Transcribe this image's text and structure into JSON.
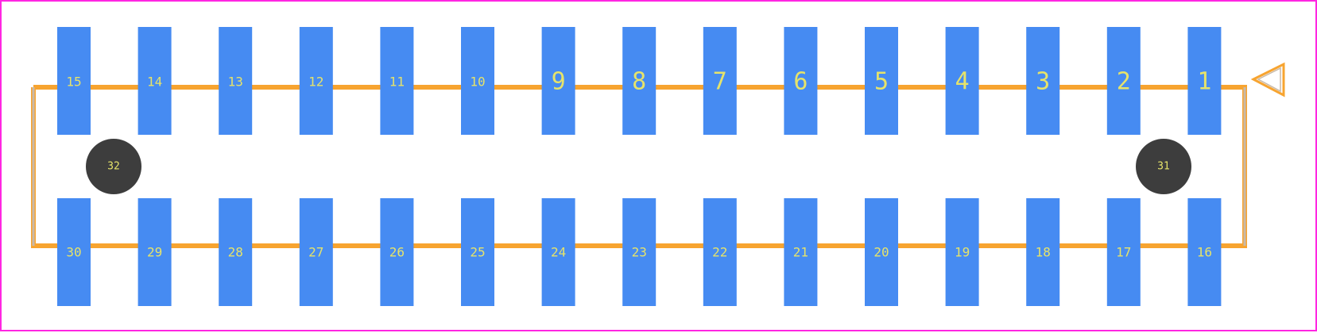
{
  "colors": {
    "board_outline": "#ff26e2",
    "body_outline": "#f7a430",
    "body_outline_inner": "#c8b9a8",
    "pad_fill": "#468bf2",
    "pad_text": "#e6e36a",
    "hole_fill": "#3d3d3d",
    "hole_text": "#e6e36a"
  },
  "pin1_marker": "triangle-pointing-left",
  "top_row": [
    {
      "pin": "15"
    },
    {
      "pin": "14"
    },
    {
      "pin": "13"
    },
    {
      "pin": "12"
    },
    {
      "pin": "11"
    },
    {
      "pin": "10"
    },
    {
      "pin": "9"
    },
    {
      "pin": "8"
    },
    {
      "pin": "7"
    },
    {
      "pin": "6"
    },
    {
      "pin": "5"
    },
    {
      "pin": "4"
    },
    {
      "pin": "3"
    },
    {
      "pin": "2"
    },
    {
      "pin": "1"
    }
  ],
  "bottom_row": [
    {
      "pin": "30"
    },
    {
      "pin": "29"
    },
    {
      "pin": "28"
    },
    {
      "pin": "27"
    },
    {
      "pin": "26"
    },
    {
      "pin": "25"
    },
    {
      "pin": "24"
    },
    {
      "pin": "23"
    },
    {
      "pin": "22"
    },
    {
      "pin": "21"
    },
    {
      "pin": "20"
    },
    {
      "pin": "19"
    },
    {
      "pin": "18"
    },
    {
      "pin": "17"
    },
    {
      "pin": "16"
    }
  ],
  "mounting_holes": [
    {
      "pin": "32",
      "side": "left"
    },
    {
      "pin": "31",
      "side": "right"
    }
  ]
}
